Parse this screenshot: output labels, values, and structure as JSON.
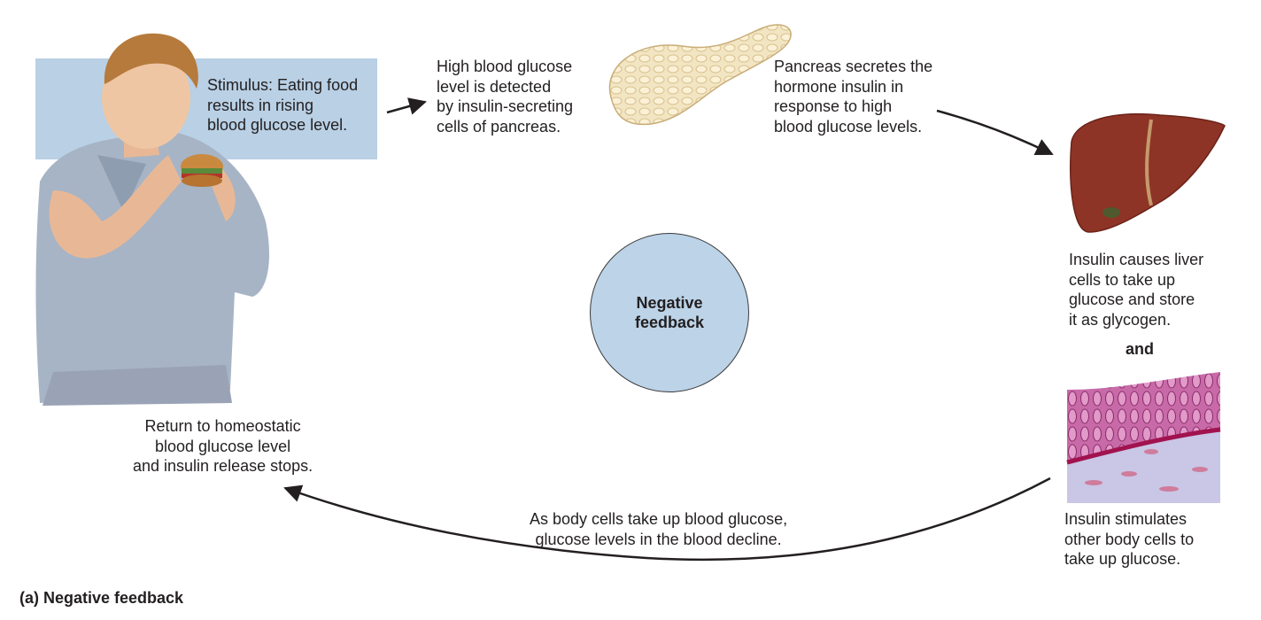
{
  "stimulus": "Stimulus: Eating food\nresults in rising\nblood glucose level.",
  "detected": "High blood glucose\nlevel is detected\nby insulin-secreting\ncells of pancreas.",
  "secretes": "Pancreas secretes the\nhormone insulin in\nresponse to high\nblood glucose levels.",
  "liver": "Insulin causes liver\ncells to take up\nglucose and store\nit as glycogen.",
  "and_label": "and",
  "body_cells": "Insulin stimulates\nother body cells to\ntake up glucose.",
  "decline": "As body cells take up blood glucose,\nglucose levels in the blood decline.",
  "return_text": "Return to homeostatic\nblood glucose level\nand insulin release stops.",
  "center_label": "Negative\nfeedback",
  "caption": "(a) Negative feedback",
  "colors": {
    "stimulus_box": "#b9d0e5",
    "circle_fill": "#bcd3e8",
    "arrow": "#231f20",
    "liver": "#8e3426",
    "pancreas": "#f1dcae"
  },
  "icons": [
    "person-eating-illustration",
    "pancreas-illustration",
    "liver-illustration",
    "tissue-cells-illustration"
  ]
}
